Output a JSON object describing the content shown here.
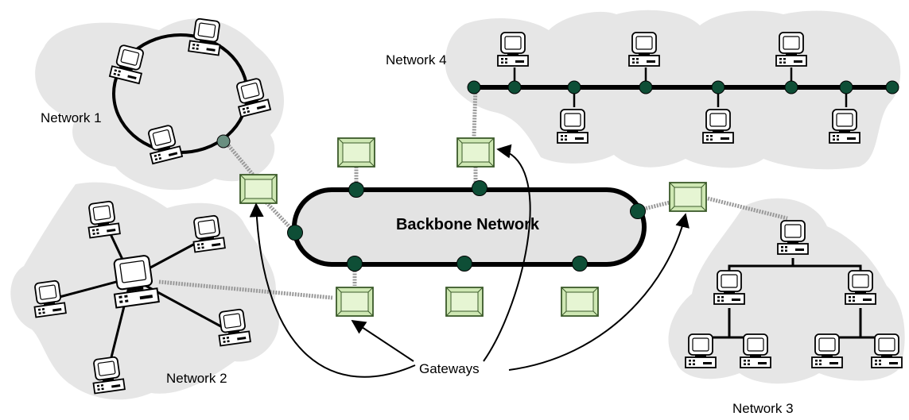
{
  "labels": {
    "network1": "Network 1",
    "network2": "Network 2",
    "network3": "Network 3",
    "network4": "Network 4",
    "backbone": "Backbone Network",
    "gateways": "Gateways"
  },
  "colors": {
    "cloud": "#e6e6e6",
    "backbone_fill": "#e3e3e3",
    "node": "#0e4e36",
    "gateway_fill": "#cfe8b4",
    "gateway_inner": "#e6f5d3",
    "gateway_stroke": "#3b5a2a",
    "link": "#999999",
    "line": "#000000"
  }
}
